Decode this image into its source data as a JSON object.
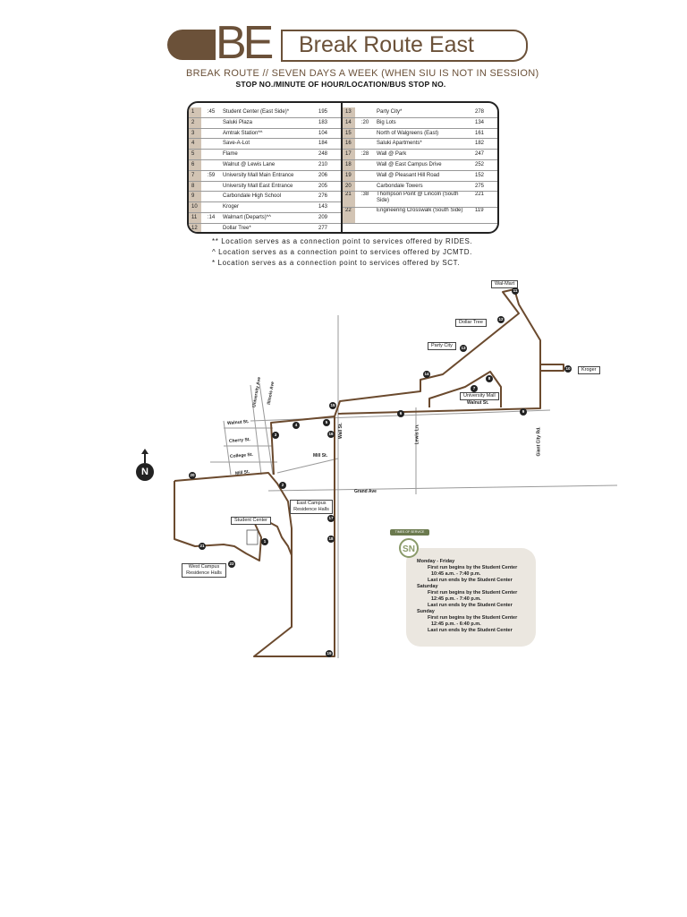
{
  "header": {
    "logo": "BE",
    "title": "Break Route East",
    "subtitle": "BREAK ROUTE // SEVEN DAYS A WEEK (WHEN SIU IS NOT IN SESSION)",
    "columns_caption": "STOP NO./MINUTE OF HOUR/LOCATION/BUS STOP NO."
  },
  "stops_left": [
    {
      "no": "1",
      "min": ":45",
      "loc": "Student Center (East Side)*",
      "bus": "195"
    },
    {
      "no": "2",
      "min": "",
      "loc": "Saluki Plaza",
      "bus": "183"
    },
    {
      "no": "3",
      "min": "",
      "loc": "Amtrak Station*^",
      "bus": "104"
    },
    {
      "no": "4",
      "min": "",
      "loc": "Save-A-Lot",
      "bus": "184"
    },
    {
      "no": "5",
      "min": "",
      "loc": "Flame",
      "bus": "248"
    },
    {
      "no": "6",
      "min": "",
      "loc": "Walnut @ Lewis Lane",
      "bus": "210"
    },
    {
      "no": "7",
      "min": ":59",
      "loc": "University Mall Main Entrance",
      "bus": "206"
    },
    {
      "no": "8",
      "min": "",
      "loc": "University Mall East Entrance",
      "bus": "205"
    },
    {
      "no": "9",
      "min": "",
      "loc": "Carbondale High School",
      "bus": "276"
    },
    {
      "no": "10",
      "min": "",
      "loc": "Kroger",
      "bus": "143"
    },
    {
      "no": "11",
      "min": ":14",
      "loc": "Walmart (Departs)*^",
      "bus": "209"
    },
    {
      "no": "12",
      "min": "",
      "loc": "Dollar Tree*",
      "bus": "277"
    }
  ],
  "stops_right": [
    {
      "no": "13",
      "min": "",
      "loc": "Party City*",
      "bus": "278"
    },
    {
      "no": "14",
      "min": ":20",
      "loc": "Big Lots",
      "bus": "134"
    },
    {
      "no": "15",
      "min": "",
      "loc": "North of Walgreens (East)",
      "bus": "161"
    },
    {
      "no": "16",
      "min": "",
      "loc": "Saluki Apartments*",
      "bus": "182"
    },
    {
      "no": "17",
      "min": ":28",
      "loc": "Wall @ Park",
      "bus": "247"
    },
    {
      "no": "18",
      "min": "",
      "loc": "Wall @ East Campus Drive",
      "bus": "252"
    },
    {
      "no": "19",
      "min": "",
      "loc": "Wall @ Pleasant Hill Road",
      "bus": "152"
    },
    {
      "no": "20",
      "min": "",
      "loc": "Carbondale Towers",
      "bus": "275"
    },
    {
      "no": "21",
      "min": ":38",
      "loc": "Thompson Point @ Lincoln (South Side)",
      "bus": "221"
    },
    {
      "no": "22",
      "min": "",
      "loc": "Engineering Crosswalk (South Side)",
      "bus": "119"
    }
  ],
  "notes": [
    "** Location serves as a connection point to services offered by RIDES.",
    "^ Location serves as a connection point to services offered by JCMTD.",
    "* Location serves as a connection point to services offered by SCT."
  ],
  "map": {
    "places": {
      "walmart": "Wal-Mart",
      "dollar_tree": "Dollar Tree",
      "party_city": "Party City",
      "kroger": "Kroger",
      "university_mall": "University Mall",
      "east_campus": "East Campus Residence Halls",
      "student_center": "Student Center",
      "west_campus": "West Campus Residence Halls"
    },
    "streets": {
      "walnut": "Walnut St.",
      "walnut_e": "Walnut St.",
      "cherry": "Cherry St.",
      "college": "College St.",
      "mill": "Mill St.",
      "mill2": "Mill St.",
      "grand": "Grand Ave",
      "university": "University Ave",
      "illinois": "Illinois Ave",
      "wall": "Wall St.",
      "lewis": "Lewis Ln.",
      "giant_city": "Giant City Rd."
    },
    "north": "N"
  },
  "schedule": {
    "badge": "TIMES OF SERVICE",
    "logo": "SN",
    "lines": [
      "Monday - Friday",
      "First run begins by the Student Center",
      "10:45 a.m. - 7:40 p.m.",
      "Last run ends by the Student Center",
      "Saturday",
      "First run begins by the Student Center",
      "12:45 p.m. - 7:40 p.m.",
      "Last run ends by the Student Center",
      "Sunday",
      "First run begins by the Student Center",
      "12:45 p.m. - 6:40 p.m.",
      "Last run ends by the Student Center"
    ]
  },
  "colors": {
    "brand": "#6b5139",
    "route": "#6b4a2e",
    "shade": "#d2c4b4"
  }
}
